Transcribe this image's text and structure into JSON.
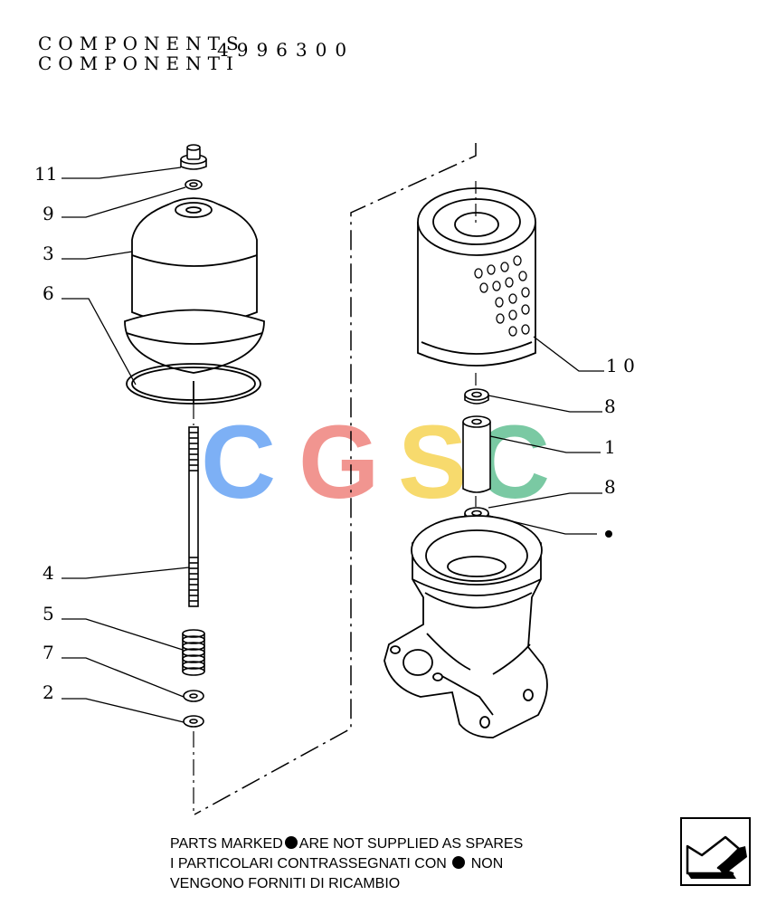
{
  "header": {
    "line1": "COMPONENTS",
    "line2": "COMPONENTI",
    "code": "4996300"
  },
  "callouts": {
    "c11": "11",
    "c9": "9",
    "c3": "3",
    "c6": "6",
    "c4": "4",
    "c5": "5",
    "c7": "7",
    "c2": "2",
    "c10": "1 0",
    "c8a": "8",
    "c1": "1",
    "c8b": "8"
  },
  "watermark": {
    "letters": [
      "C",
      "G",
      "S",
      "C"
    ],
    "colors": [
      "#6fa8f5",
      "#f08a84",
      "#f7d65e",
      "#6cc49a"
    ]
  },
  "note": {
    "line1_a": "PARTS MARKED",
    "line1_b": "ARE NOT SUPPLIED AS SPARES",
    "line2_a": "I  PARTICOLARI  CONTRASSEGNATI  CON",
    "line2_b": "NON",
    "line3": "VENGONO FORNITI DI RICAMBIO"
  }
}
